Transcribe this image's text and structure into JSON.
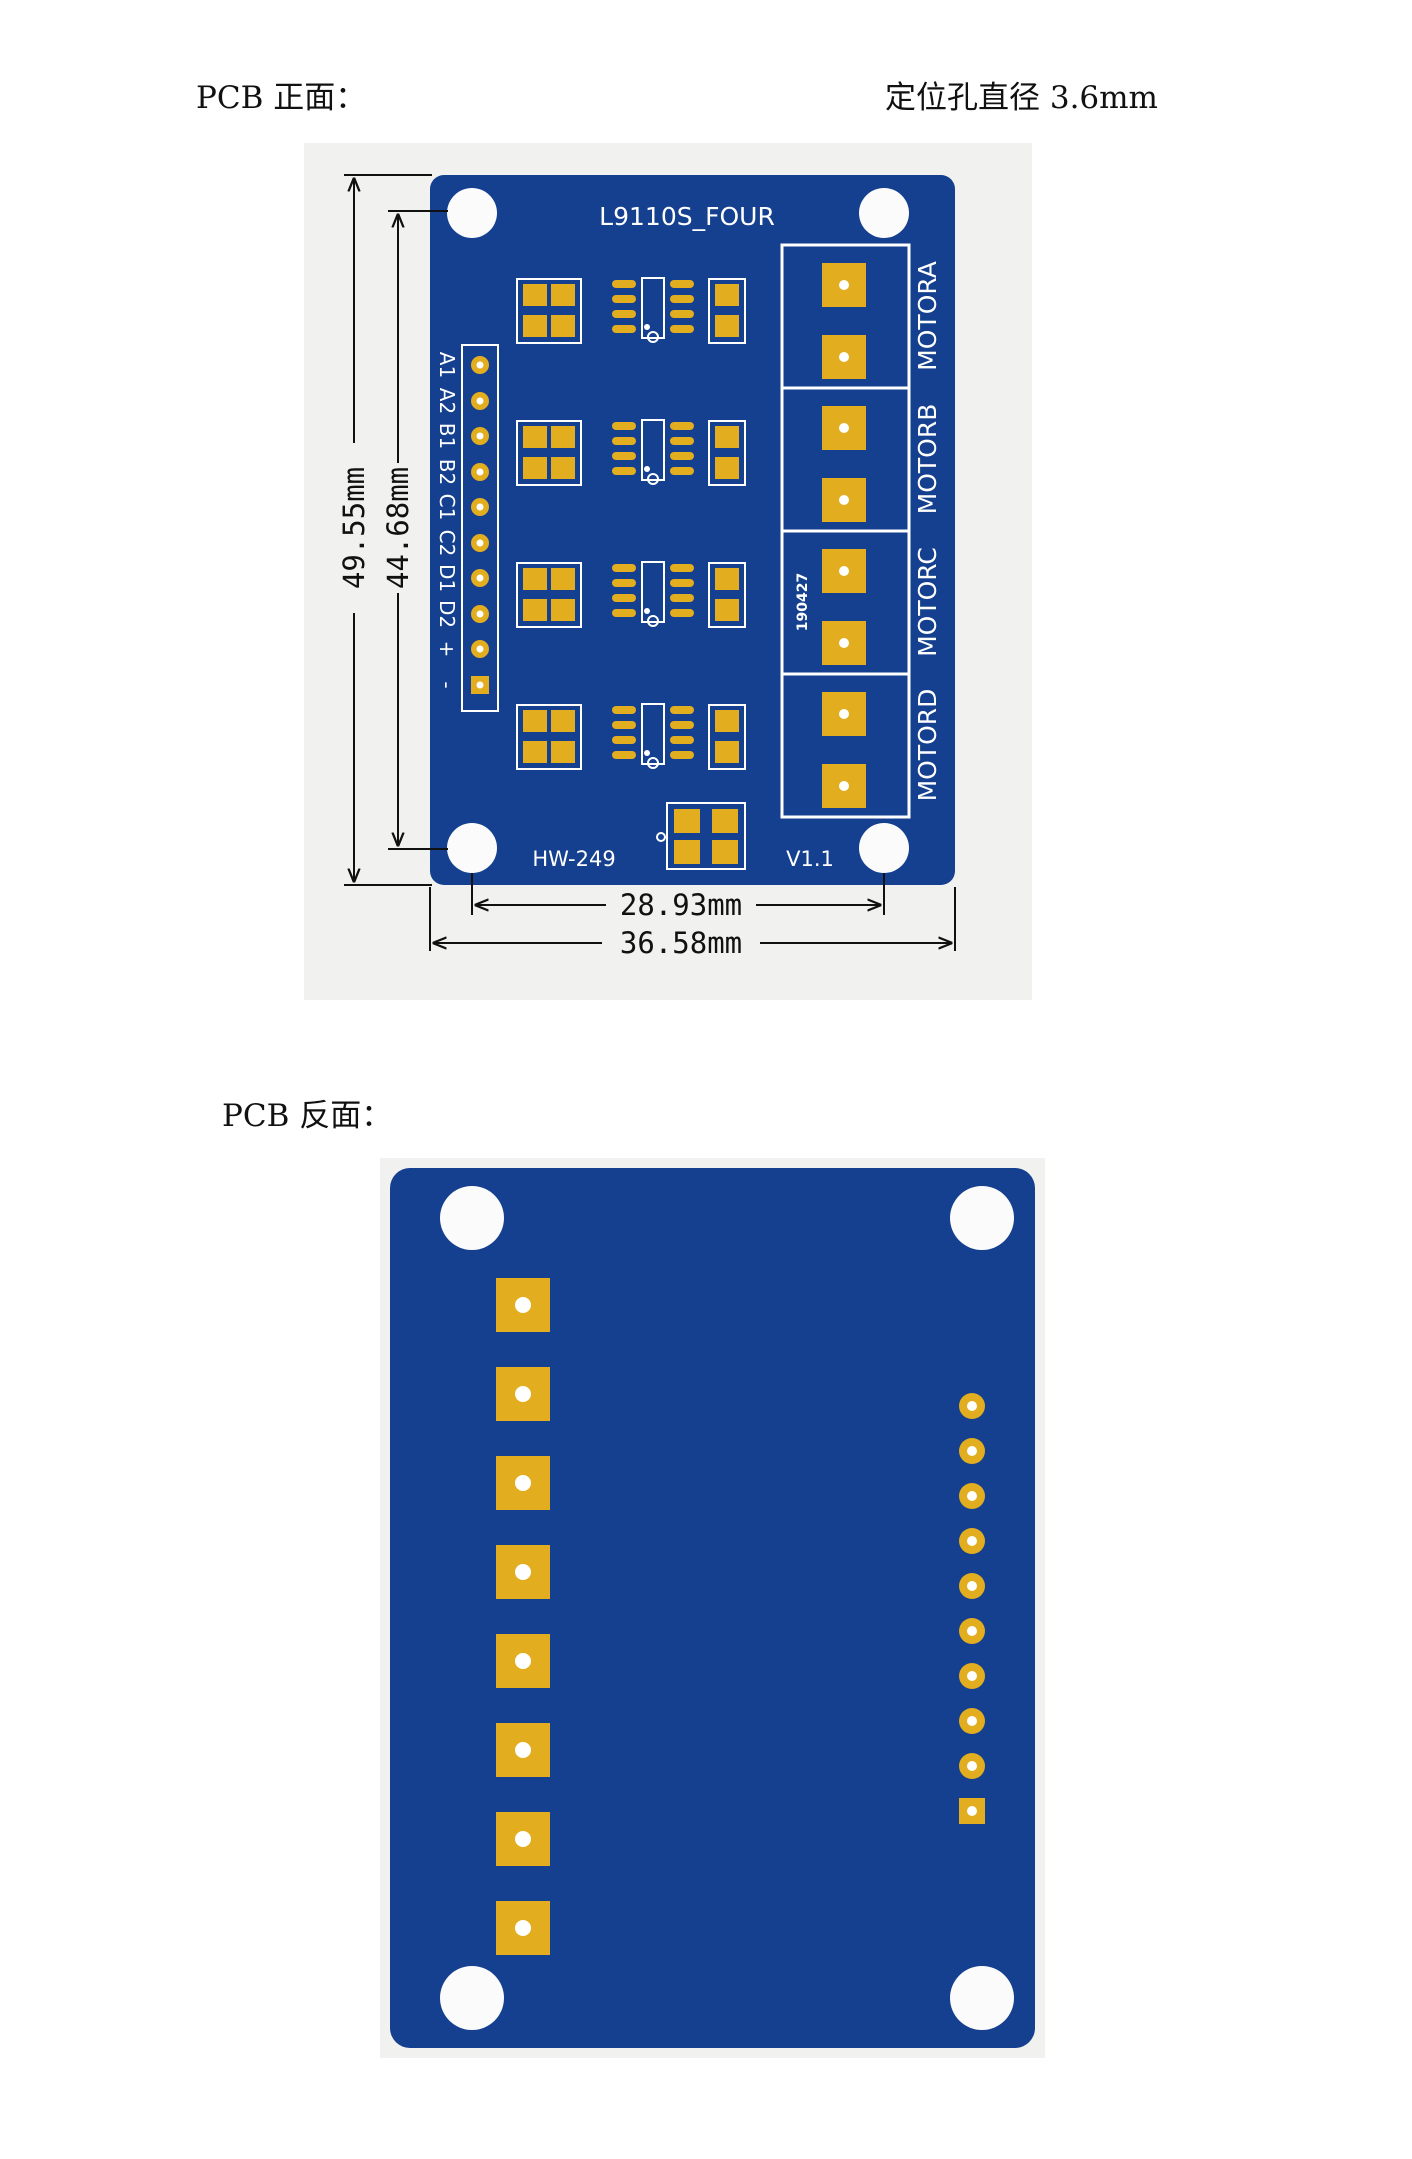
{
  "captions": {
    "front": "PCB 正面：",
    "hole": "定位孔直径 3.6mm",
    "back": "PCB 反面："
  },
  "front": {
    "board_title": "L9110S_FOUR",
    "model": "HW-249",
    "version": "V1.1",
    "date_code": "190427",
    "header_labels": [
      "A1",
      "A2",
      "B1",
      "B2",
      "C1",
      "C2",
      "D1",
      "D2",
      "+",
      "-"
    ],
    "motor_labels": [
      "MOTORA",
      "MOTORB",
      "MOTORC",
      "MOTORD"
    ],
    "dimensions": {
      "height_outer": "49.55mm",
      "height_inner": "44.68mm",
      "width_inner": "28.93mm",
      "width_outer": "36.58mm"
    }
  },
  "colors": {
    "board_blue": "#14408f",
    "pad_gold": "#e2ad1e",
    "silkscreen": "#ffffff",
    "panel_bg": "#f1f1ef"
  }
}
